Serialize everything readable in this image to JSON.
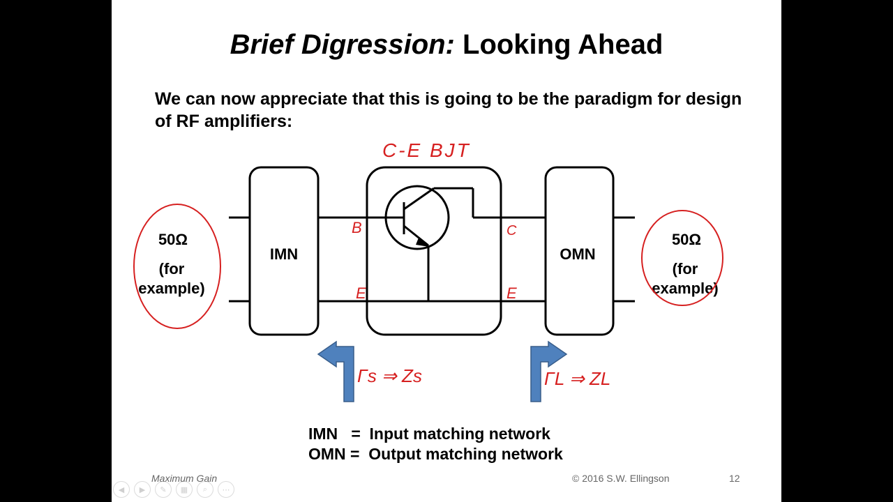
{
  "slide": {
    "title_italic": "Brief Digression:",
    "title_rest": " Looking Ahead",
    "intro": "We can now appreciate that this is going to be the paradigm for design of RF amplifiers:",
    "source_load": {
      "value": "50Ω",
      "note_line1": "(for",
      "note_line2": "example)"
    },
    "imn_label": "IMN",
    "omn_label": "OMN",
    "legend": [
      "IMN   =  Input matching network",
      "OMN =  Output matching network"
    ],
    "footer": {
      "title": "Maximum Gain",
      "copyright": "© 2016  S.W. Ellingson",
      "page": "12"
    }
  },
  "annotations": {
    "device": "C-E BJT",
    "b": "B",
    "c": "C",
    "e_left": "E",
    "e_right": "E",
    "gamma_s": "Γs ⇒ Zs",
    "gamma_l": "ΓL ⇒ ZL"
  },
  "nav_controls": [
    "prev-icon",
    "next-icon",
    "pen-icon",
    "slides-icon",
    "zoom-icon",
    "more-icon"
  ],
  "colors": {
    "ink": "#d62020",
    "arrow": "#4f81bd",
    "arrow_stroke": "#385d8a"
  }
}
